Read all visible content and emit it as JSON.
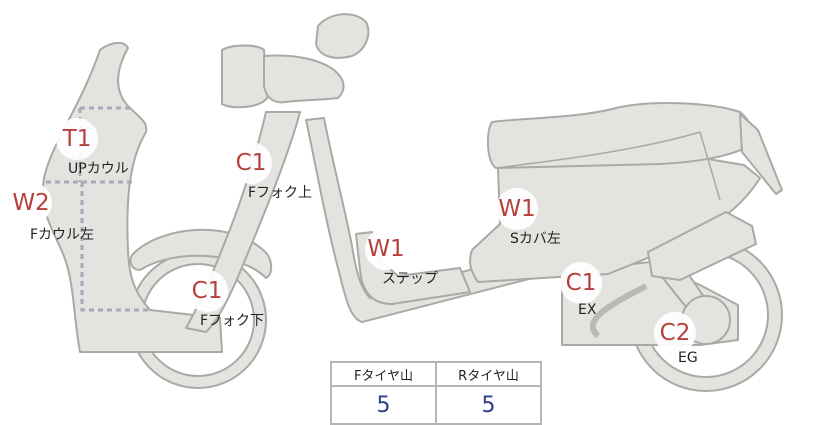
{
  "markers": [
    {
      "id": "t1-upcowl",
      "code": "T1",
      "label": "UPカウル"
    },
    {
      "id": "w2-fcowl-left",
      "code": "W2",
      "label": "Fカウル左"
    },
    {
      "id": "c1-ffork-upper",
      "code": "C1",
      "label": "Fフォク上"
    },
    {
      "id": "c1-ffork-lower",
      "code": "C1",
      "label": "Fフォク下"
    },
    {
      "id": "w1-step",
      "code": "W1",
      "label": "ステップ"
    },
    {
      "id": "w1-scover-left",
      "code": "W1",
      "label": "Sカバ左"
    },
    {
      "id": "c1-ex",
      "code": "C1",
      "label": "EX"
    },
    {
      "id": "c2-eg",
      "code": "C2",
      "label": "EG"
    }
  ],
  "tire_table": {
    "front_label": "Fタイヤ山",
    "rear_label": "Rタイヤ山",
    "front_value": "5",
    "rear_value": "5"
  },
  "colors": {
    "body_fill": "#e3e3e0",
    "body_stroke": "#a9a9a6",
    "marker_code": "#b5403c",
    "table_value": "#2c3f8a",
    "dotted_line": "#a9aab8"
  }
}
